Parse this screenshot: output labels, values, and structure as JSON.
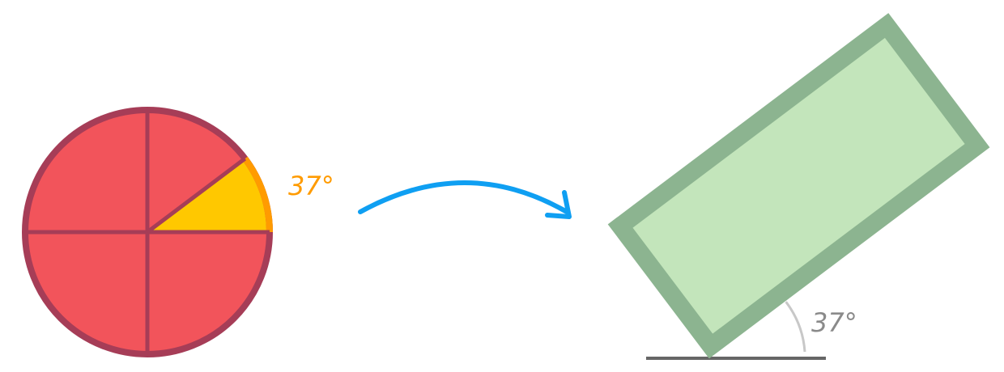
{
  "circle": {
    "angle_label": "37°",
    "angle_deg": 37,
    "fill_color": "#f2545b",
    "stroke_color": "#a63d57",
    "slice_fill_color": "#ffc800",
    "slice_arc_color": "#ff9b00",
    "label_color": "#ff9b00"
  },
  "arrow": {
    "color": "#0f9ff2"
  },
  "rectangle": {
    "angle_label": "37°",
    "angle_deg": 37,
    "fill_color": "#c3e5bb",
    "stroke_color": "#8cb490",
    "ground_color": "#666666",
    "angle_arc_color": "#c8c8c8",
    "label_color": "#8a8a8a"
  }
}
